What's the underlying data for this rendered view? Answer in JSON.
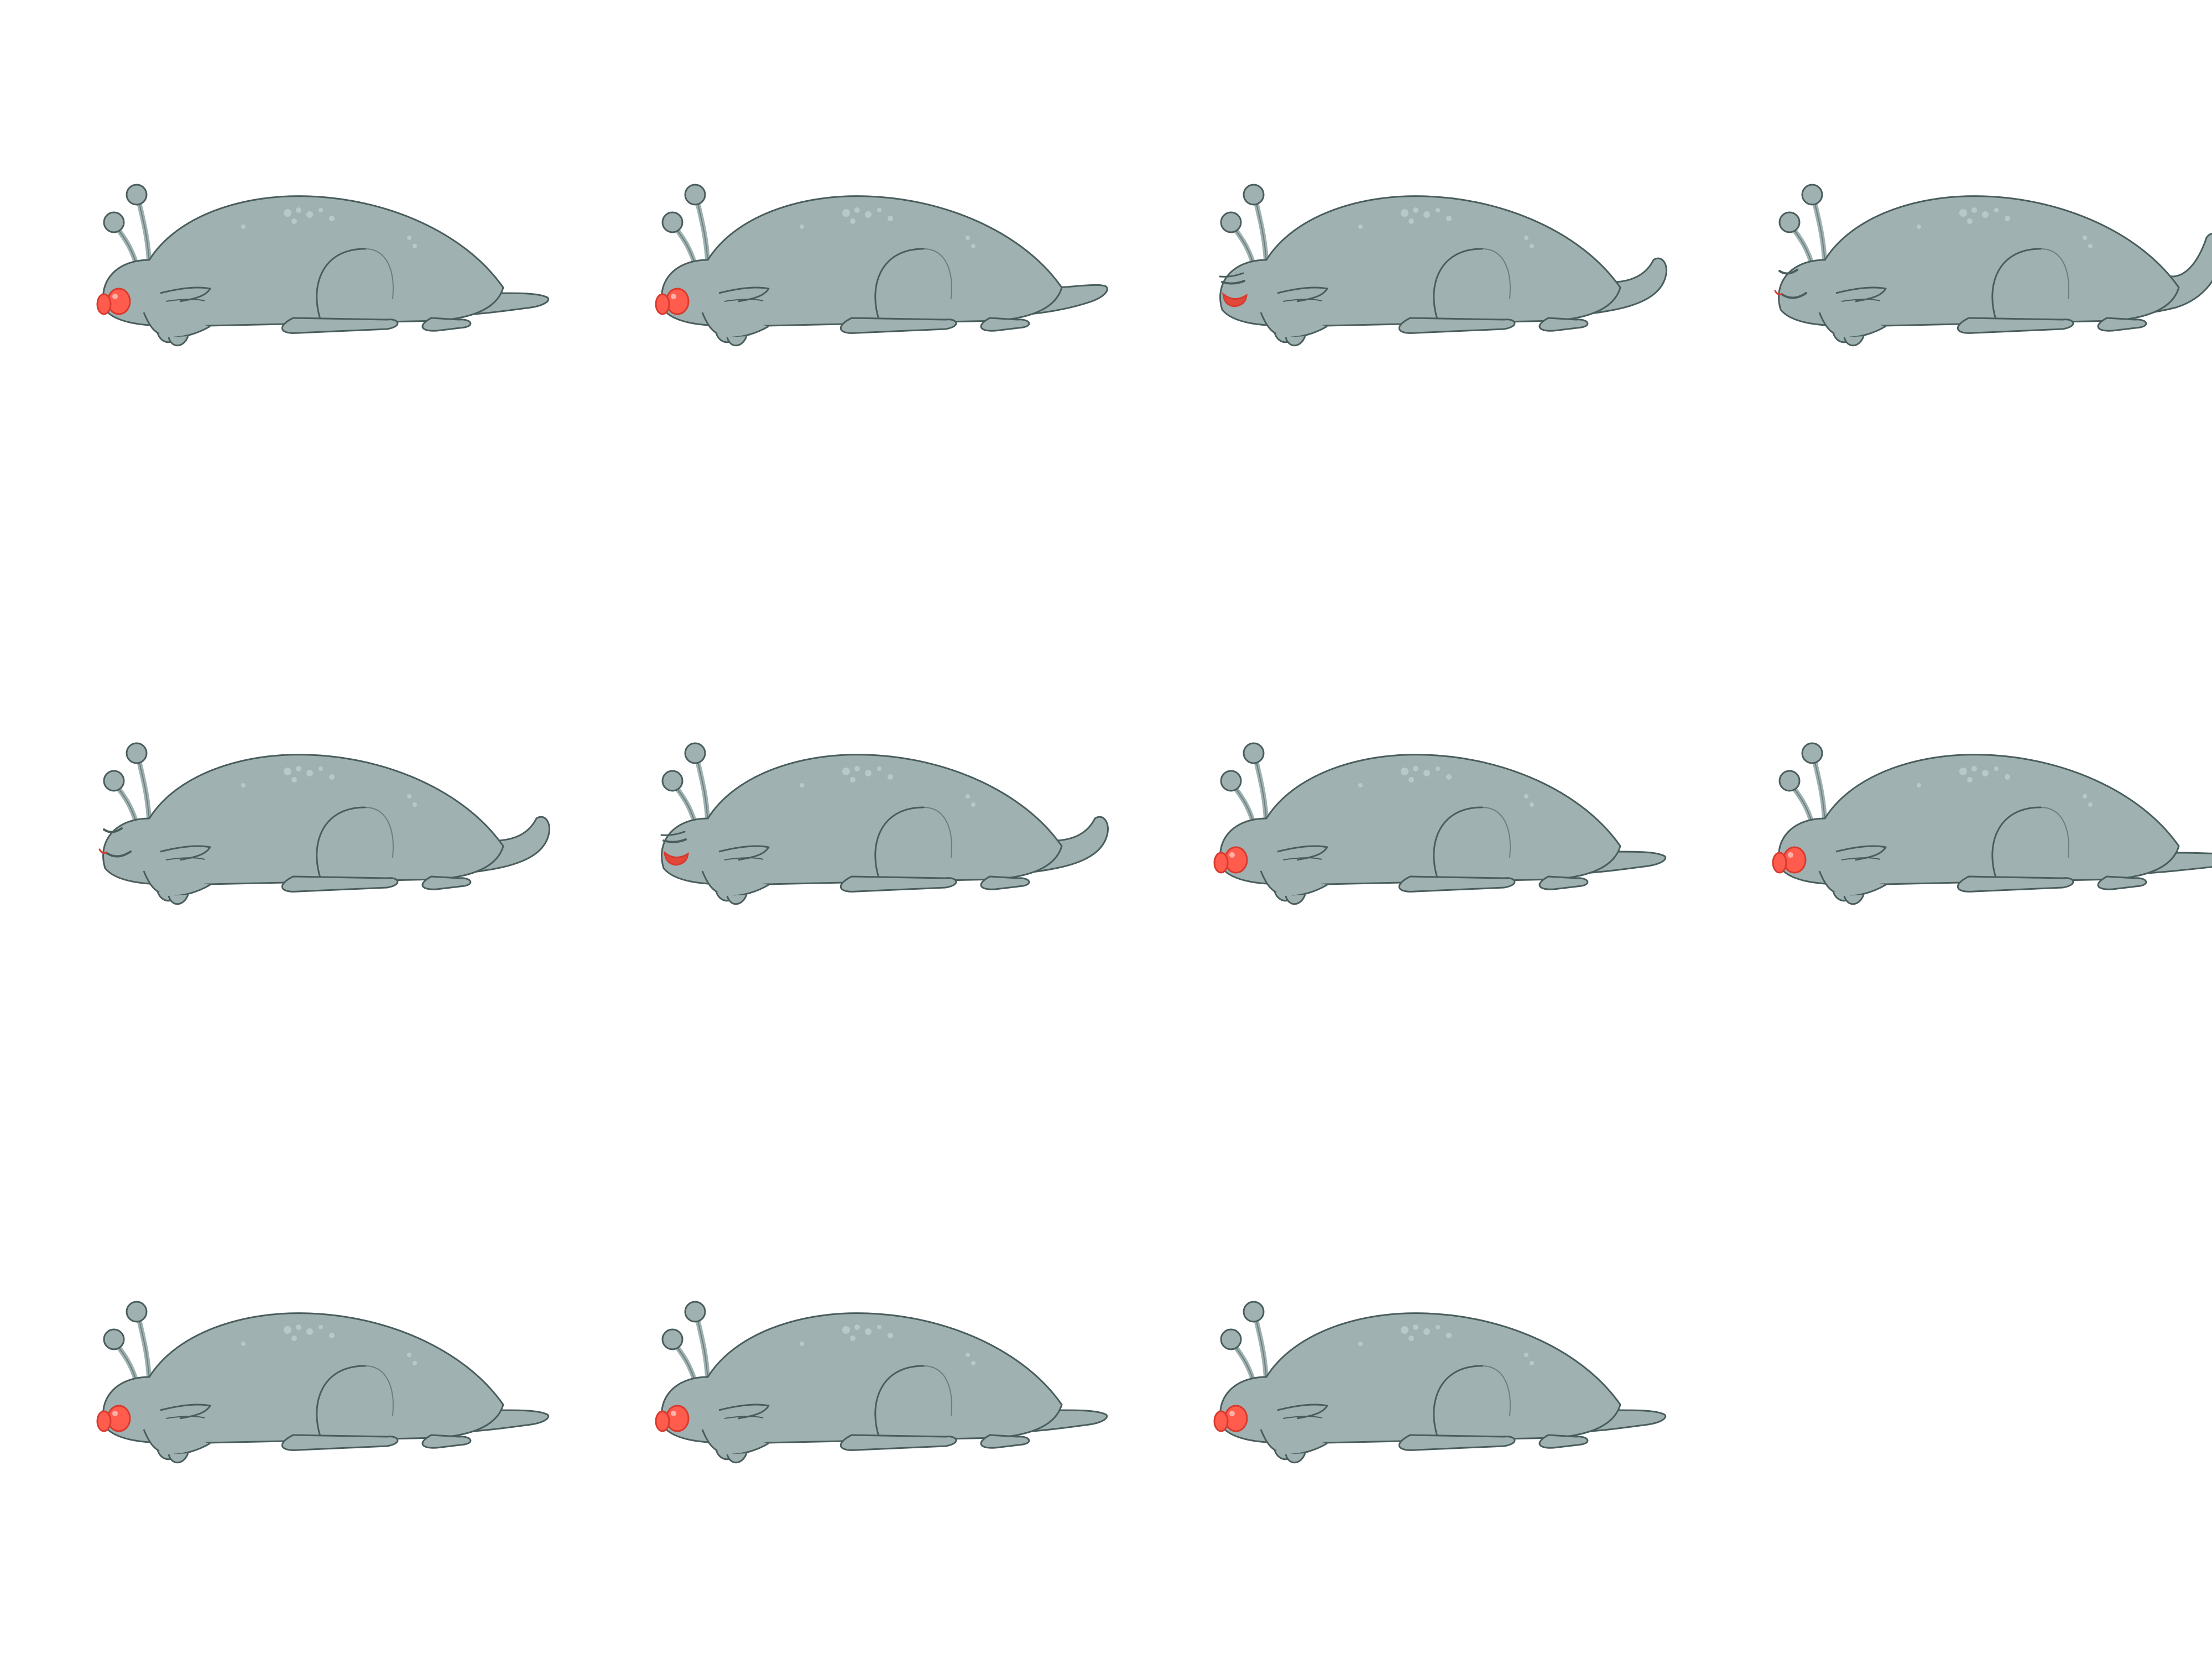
{
  "sprite_sheet": {
    "columns": 4,
    "rows": 3,
    "frame_count": 11,
    "background_color": "#ffffff",
    "colors": {
      "body": "#9fb1b1",
      "body_shadow": "#8fa3a3",
      "outline": "#4a5d5d",
      "spots": "#b7c9c9",
      "eye_red": "#ff5c4d",
      "eye_dark": "#d83a2e",
      "mouth_red": "#e2483a"
    },
    "frames": [
      {
        "tail": "pointed",
        "face": "red-eyes-open"
      },
      {
        "tail": "pointed-up",
        "face": "red-eyes-open"
      },
      {
        "tail": "curled",
        "face": "sleepy-smile"
      },
      {
        "tail": "curled-high",
        "face": "closed-eyes-smile"
      },
      {
        "tail": "curled",
        "face": "closed-eyes-smile"
      },
      {
        "tail": "curled",
        "face": "sleepy-smile"
      },
      {
        "tail": "pointed",
        "face": "red-eyes-open"
      },
      {
        "tail": "pointed-long",
        "face": "red-eyes-open"
      },
      {
        "tail": "pointed",
        "face": "red-eyes-open"
      },
      {
        "tail": "pointed",
        "face": "red-eyes-open"
      },
      {
        "tail": "pointed",
        "face": "red-eyes-open"
      }
    ]
  }
}
